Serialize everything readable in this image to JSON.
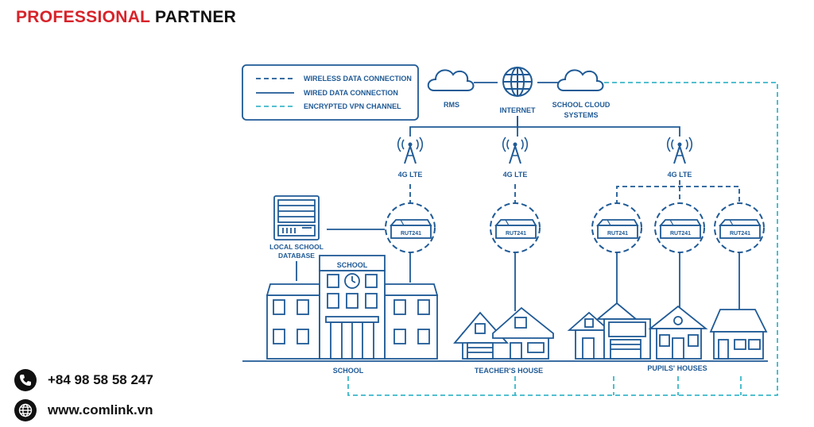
{
  "header": {
    "brand_red": "PROFESSIONAL",
    "brand_dark": "PARTNER"
  },
  "contacts": {
    "phone": "+84 98 58 58 247",
    "website": "www.comlink.vn"
  },
  "legend": {
    "wireless": "WIRELESS DATA CONNECTION",
    "wired": "WIRED DATA CONNECTION",
    "vpn": "ENCRYPTED VPN CHANNEL"
  },
  "cloud": {
    "rms": "RMS",
    "internet": "INTERNET",
    "school_cloud_1": "SCHOOL CLOUD",
    "school_cloud_2": "SYSTEMS"
  },
  "towers": {
    "label": "4G LTE"
  },
  "router": {
    "label": "RUT241"
  },
  "buildings": {
    "database_1": "LOCAL SCHOOL",
    "database_2": "DATABASE",
    "school_sign": "SCHOOL",
    "school": "SCHOOL",
    "teacher": "TEACHER'S HOUSE",
    "pupils": "PUPILS' HOUSES"
  },
  "colors": {
    "brand_red": "#d8232a",
    "line_blue": "#1f5a96",
    "vpn_teal": "#3bb8c9"
  },
  "icons": {
    "phone": "phone-icon",
    "web": "globe-icon"
  }
}
